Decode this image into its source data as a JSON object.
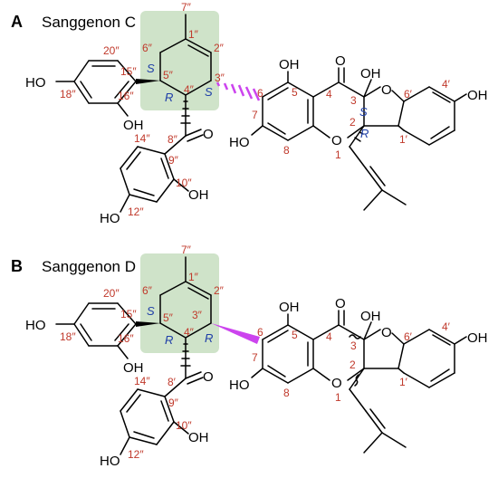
{
  "panels": [
    {
      "letter": "A",
      "name": "Sanggenon C",
      "atoms": {
        "oh_left": "HO",
        "oh_16": "OH",
        "oh_5": "OH",
        "oxo_4": "O",
        "oh_3": "OH",
        "o_ring": "O",
        "oh_4p": "OH",
        "oxo_8pp": "O",
        "oh_7": "HO",
        "o_1": "O",
        "oh_10pp": "OH",
        "oh_12pp": "HO"
      },
      "numbers": {
        "n7pp": "7″",
        "n1pp": "1″",
        "n2pp": "2″",
        "n3pp": "3″",
        "n4pp": "4″",
        "n5pp": "5″",
        "n6pp": "6″",
        "n15pp": "15″",
        "n16pp": "16″",
        "n18pp": "18″",
        "n20pp": "20″",
        "n8pp": "8″",
        "n9pp": "9″",
        "n10pp": "10″",
        "n12pp": "12″",
        "n14pp": "14″",
        "n6": "6",
        "n5": "5",
        "n4": "4",
        "n3": "3",
        "n2": "2",
        "n1": "1",
        "n7": "7",
        "n8": "8",
        "n6p": "6′",
        "n4p": "4′",
        "n1p": "1′"
      },
      "configs": {
        "c5pp": "S",
        "c4pp": "R",
        "c3pp": "S",
        "c3": "S",
        "c2": "R"
      }
    },
    {
      "letter": "B",
      "name": "Sanggenon D",
      "atoms": {
        "oh_left": "HO",
        "oh_16": "OH",
        "oh_5": "OH",
        "oxo_4": "O",
        "oh_3": "OH",
        "o_ring": "O",
        "oh_4p": "OH",
        "oxo_8pp": "O",
        "oh_7": "HO",
        "o_1": "O",
        "oh_10pp": "OH",
        "oh_12pp": "HO"
      },
      "numbers": {
        "n7pp": "7″",
        "n1pp": "1″",
        "n2pp": "2″",
        "n3pp": "3″",
        "n4pp": "4″",
        "n5pp": "5″",
        "n6pp": "6″",
        "n15pp": "15″",
        "n16pp": "16″",
        "n18pp": "18″",
        "n20pp": "20″",
        "n8pp": "8′",
        "n9pp": "9″",
        "n10pp": "10″",
        "n12pp": "12″",
        "n14pp": "14″",
        "n6": "6",
        "n5": "5",
        "n4": "4",
        "n3": "3",
        "n2": "2",
        "n1": "1",
        "n7": "7",
        "n8": "8",
        "n6p": "6′",
        "n4p": "4′",
        "n1p": "1′"
      },
      "configs": {
        "c5pp": "S",
        "c4pp": "R",
        "c3pp": "R"
      }
    }
  ]
}
